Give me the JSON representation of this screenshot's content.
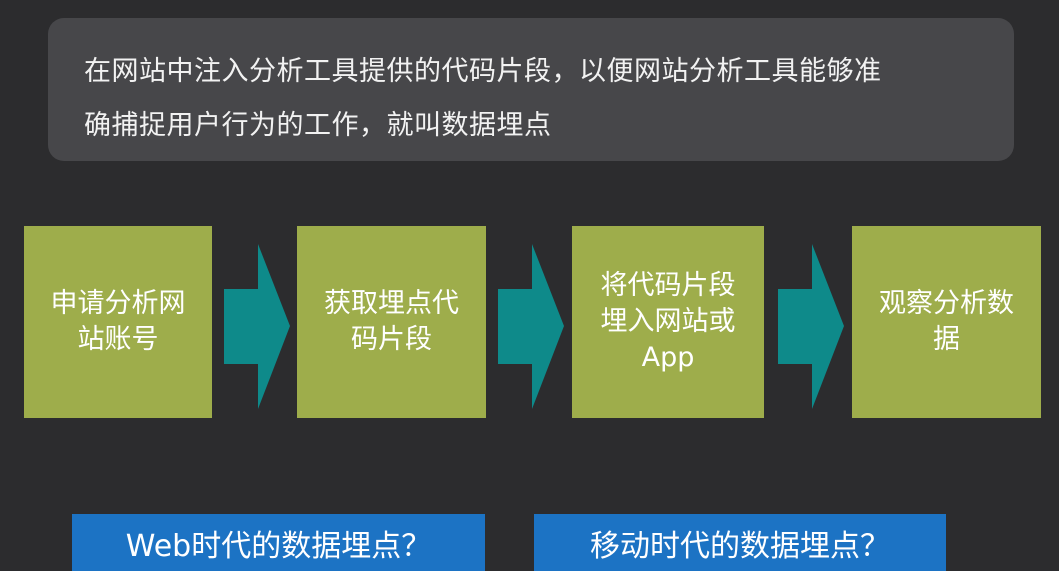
{
  "definition": {
    "line1": "在网站中注入分析工具提供的代码片段，以便网站分析工具能够准",
    "line2": "确捕捉用户行为的工作，就叫数据埋点"
  },
  "flow_steps": [
    {
      "label": "申请分析网\n站账号"
    },
    {
      "label": "获取埋点代\n码片段"
    },
    {
      "label": "将代码片段\n埋入网站或\nApp"
    },
    {
      "label": "观察分析数\n据"
    }
  ],
  "questions": [
    {
      "label": "Web时代的数据埋点？"
    },
    {
      "label": "移动时代的数据埋点？"
    }
  ],
  "colors": {
    "background": "#2c2c2e",
    "definition_box": "#47474a",
    "step_box": "#9ead4b",
    "arrow": "#0e8a8a",
    "question_banner": "#1c73c4"
  }
}
